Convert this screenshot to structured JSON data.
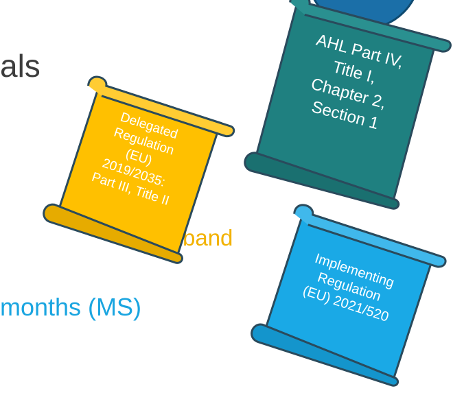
{
  "slide": {
    "title_fragment": "als",
    "band_fragment": "band",
    "months_fragment": "months (MS)"
  },
  "scrolls": {
    "ahl": {
      "lines": [
        "AHL Part IV,",
        "Title I,",
        "Chapter 2,",
        "Section 1"
      ],
      "color": "#1f8080"
    },
    "delegated": {
      "lines": [
        "Delegated",
        "Regulation",
        "(EU)",
        "2019/2035:",
        "Part III, Title II"
      ],
      "color": "#ffc000"
    },
    "implementing": {
      "lines": [
        "Implementing",
        "Regulation",
        "(EU) 2021/520"
      ],
      "color": "#1aa9e6"
    }
  },
  "colors": {
    "circle": "#1b6fa8",
    "outline": "#2a4a5c",
    "title_text": "#3d3d3d",
    "band_text": "#f2b200",
    "months_text": "#1aa5e0"
  }
}
